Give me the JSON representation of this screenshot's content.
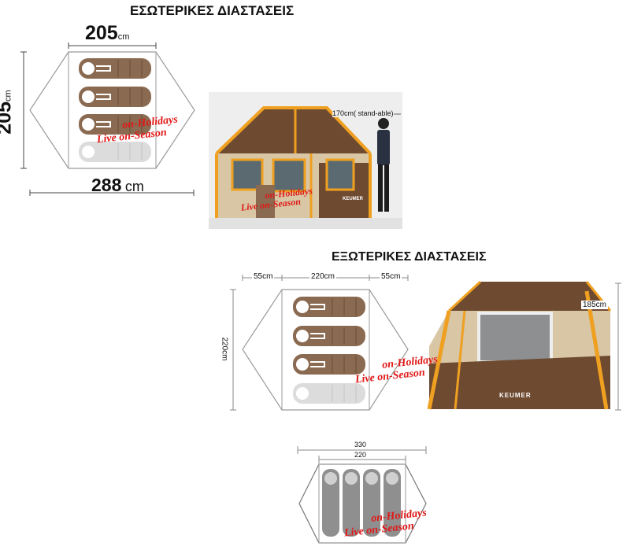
{
  "headings": {
    "interior": "ΕΣΩΤΕΡΙΚΕΣ ΔΙΑΣΤΑΣΕΙΣ",
    "exterior": "ΕΞΩΤΕΡΙΚΕΣ ΔΙΑΣΤΑΣΕΙΣ"
  },
  "interior_plan": {
    "top_width_number": "205",
    "top_width_unit": "cm",
    "side_height_number": "205",
    "side_height_unit": "cm",
    "bottom_width_number": "288",
    "bottom_width_unit": "cm",
    "sleeping_bags": 4
  },
  "standing_photo": {
    "height_note": "170cm( stand-able)",
    "brand": "KEUMER"
  },
  "exterior_plan": {
    "left_margin": "55cm",
    "center_width": "220cm",
    "right_margin": "55cm",
    "side_height": "220cm",
    "sleeping_bags": 4
  },
  "exterior_photo": {
    "height_label": "185cm",
    "brand": "KEUMER"
  },
  "bottom_plan": {
    "outer_width": "330",
    "inner_width": "220",
    "sleeping_bags": 4
  },
  "watermark": {
    "line1": "on-Holidays",
    "line2": "on-Season",
    "prefix": "Live"
  },
  "colors": {
    "bag_brown": "#8a6a50",
    "bag_faded": "#d9d9d9",
    "tent_brown": "#6e4a30",
    "tent_orange": "#f0a020",
    "tent_beige": "#d8c6a4",
    "watermark_red": "#e01818",
    "dim_line": "#444444"
  }
}
